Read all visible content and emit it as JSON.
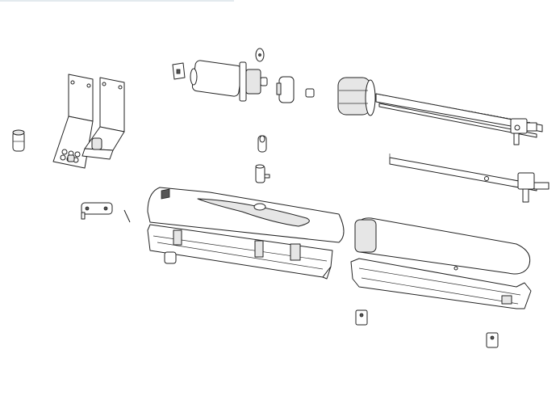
{
  "diagram": {
    "type": "exploded parts view",
    "colors": {
      "line": "#222222",
      "background": "#ffffff",
      "shade": "#e6e6e6"
    },
    "parts": [
      "bushing",
      "mounting-bracket-left",
      "mounting-bracket-right",
      "motor-terminal-block",
      "electric-motor",
      "washer",
      "gear-cover",
      "nut",
      "gearbox-drum",
      "lead-screw",
      "pin-eye",
      "pin-sleeve",
      "slide-rail",
      "cover-clip",
      "lower-housing",
      "upper-cover",
      "tube-housing",
      "stop-block-1",
      "stop-block-2"
    ]
  }
}
